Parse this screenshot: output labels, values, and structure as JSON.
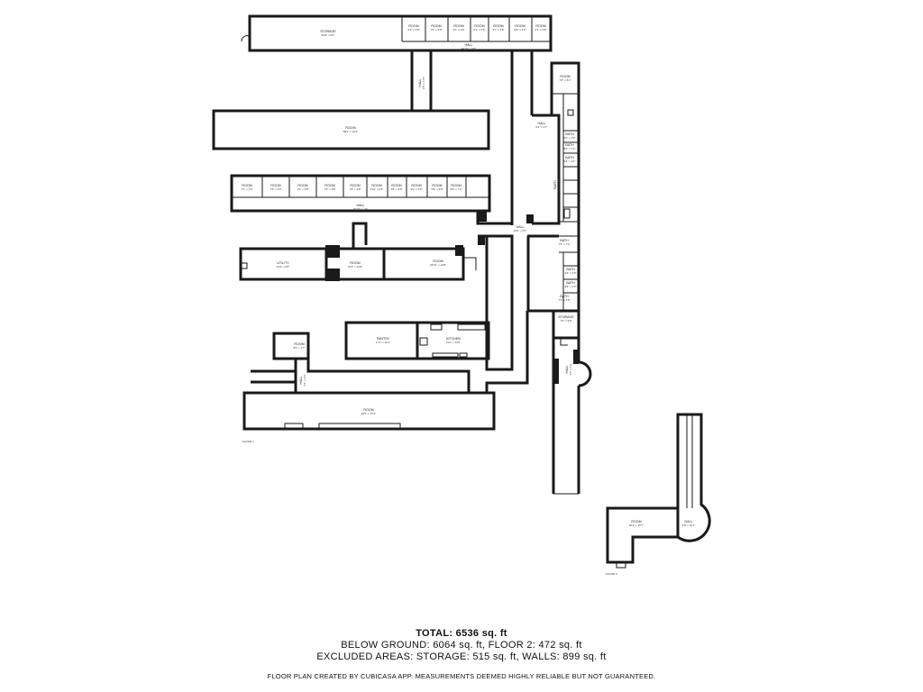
{
  "floor_labels": {
    "floor1": "FLOOR 1",
    "floor2": "FLOOR 2"
  },
  "rooms": {
    "storage": {
      "name": "STORAGE",
      "dim": "60'8\" x 9'6\""
    },
    "room_top_1": {
      "name": "ROOM",
      "dim": "6'4\" x 6'8\""
    },
    "room_top_2": {
      "name": "ROOM",
      "dim": "7'8\" x 6'8\""
    },
    "room_top_3": {
      "name": "ROOM",
      "dim": "6'4\" x 6'8\""
    },
    "room_top_4": {
      "name": "ROOM",
      "dim": "5'4\" x 6'8\""
    },
    "room_top_5": {
      "name": "ROOM",
      "dim": "5'7\" x 6'8\""
    },
    "room_top_6": {
      "name": "ROOM",
      "dim": "5'8\" x 6'8\""
    },
    "room_top_7": {
      "name": "ROOM",
      "dim": "6'4\" x 6'8\""
    },
    "hall_top": {
      "name": "HALL",
      "dim": "44'10\" x 5'6\""
    },
    "hall_vert": {
      "name": "HALL",
      "dim": "3'8\" x 17'6\""
    },
    "room_big": {
      "name": "ROOM",
      "dim": "68'2\" x 10'4\""
    },
    "room_row_1": {
      "name": "ROOM",
      "dim": "7'4\" x 6'2\""
    },
    "room_row_2": {
      "name": "ROOM",
      "dim": "7'8\" x 6'6\""
    },
    "room_row_3": {
      "name": "ROOM",
      "dim": "7'4\" x 6'8\""
    },
    "room_row_4": {
      "name": "ROOM",
      "dim": "7'8\" x 6'8\""
    },
    "room_row_5": {
      "name": "ROOM",
      "dim": "7'8\" x 6'8\""
    },
    "room_row_6": {
      "name": "ROOM",
      "dim": "6'10\" x 6'8\""
    },
    "room_row_7": {
      "name": "ROOM",
      "dim": "4'8\" x 6'8\""
    },
    "room_row_8": {
      "name": "ROOM",
      "dim": "6'4\" x 6'8\""
    },
    "room_row_9": {
      "name": "ROOM",
      "dim": "5'8\" x 6'8\""
    },
    "room_row_10": {
      "name": "ROOM",
      "dim": "5'8\" x 7'0\""
    },
    "hall_row": {
      "name": "HALL",
      "dim": "76'10\" x 1'4\""
    },
    "utility": {
      "name": "UTILITY",
      "dim": "23'2\" x 9'8\""
    },
    "room_mid": {
      "name": "ROOM",
      "dim": "15'6\" x 10'8\""
    },
    "room_right": {
      "name": "ROOM",
      "dim": "26'10\" x 10'8\""
    },
    "hall_main": {
      "name": "HALL",
      "dim": "22'0\" x 5'0\""
    },
    "hall_small": {
      "name": "HALL",
      "dim": "5'4\" x 4'7\""
    },
    "room_r1": {
      "name": "ROOM",
      "dim": "7'8\" x 8'4\""
    },
    "bath_r1": {
      "name": "BATH",
      "dim": "5'6\" x 3'2\""
    },
    "bath_r2": {
      "name": "BATH",
      "dim": "5'6\" x 4'2\""
    },
    "bath_r3": {
      "name": "BATH",
      "dim": "5'6\" x 3'1\""
    },
    "bath_long": {
      "name": "BATH",
      "dim": "21'4\" x 9'2\""
    },
    "bath_r4": {
      "name": "BATH",
      "dim": "7'6\" x 7'2\""
    },
    "bath_r5": {
      "name": "BATH",
      "dim": "4'6\" x 3'0\""
    },
    "bath_r6": {
      "name": "BATH",
      "dim": "4'6\" x 3'2\""
    },
    "bath_r7": {
      "name": "BATH",
      "dim": "7'0\" x 4'6\""
    },
    "storage_small": {
      "name": "STORAGE",
      "dim": "7'0\" x 5'8\""
    },
    "hall_round": {
      "name": "HALL",
      "dim": "4'6\" x 6'2\""
    },
    "pantry": {
      "name": "PANTRY",
      "dim": "17'2\" x 10'2\""
    },
    "kitchen": {
      "name": "KITCHEN",
      "dim": "21'0\" x 10'0\""
    },
    "room_small": {
      "name": "ROOM",
      "dim": "8'6\" x 7'7\""
    },
    "hall_lower": {
      "name": "HALL",
      "dim": "3'4\" x 6'0\""
    },
    "room_bottom": {
      "name": "ROOM",
      "dim": "68'6\" x 10'4\""
    },
    "room_floor2": {
      "name": "ROOM",
      "dim": "20'4\" x 15'7\""
    },
    "hall_floor2": {
      "name": "HALL",
      "dim": "5'8\" x 10'1\""
    }
  },
  "summary": {
    "total": "TOTAL: 6536 sq. ft",
    "line1": "BELOW GROUND: 6064 sq. ft, FLOOR 2: 472 sq. ft",
    "line2": "EXCLUDED AREAS: STORAGE: 515 sq. ft, WALLS: 899 sq. ft",
    "disclaimer": "FLOOR PLAN CREATED BY CUBICASA APP. MEASUREMENTS DEEMED HIGHLY RELIABLE BUT NOT GUARANTEED."
  }
}
